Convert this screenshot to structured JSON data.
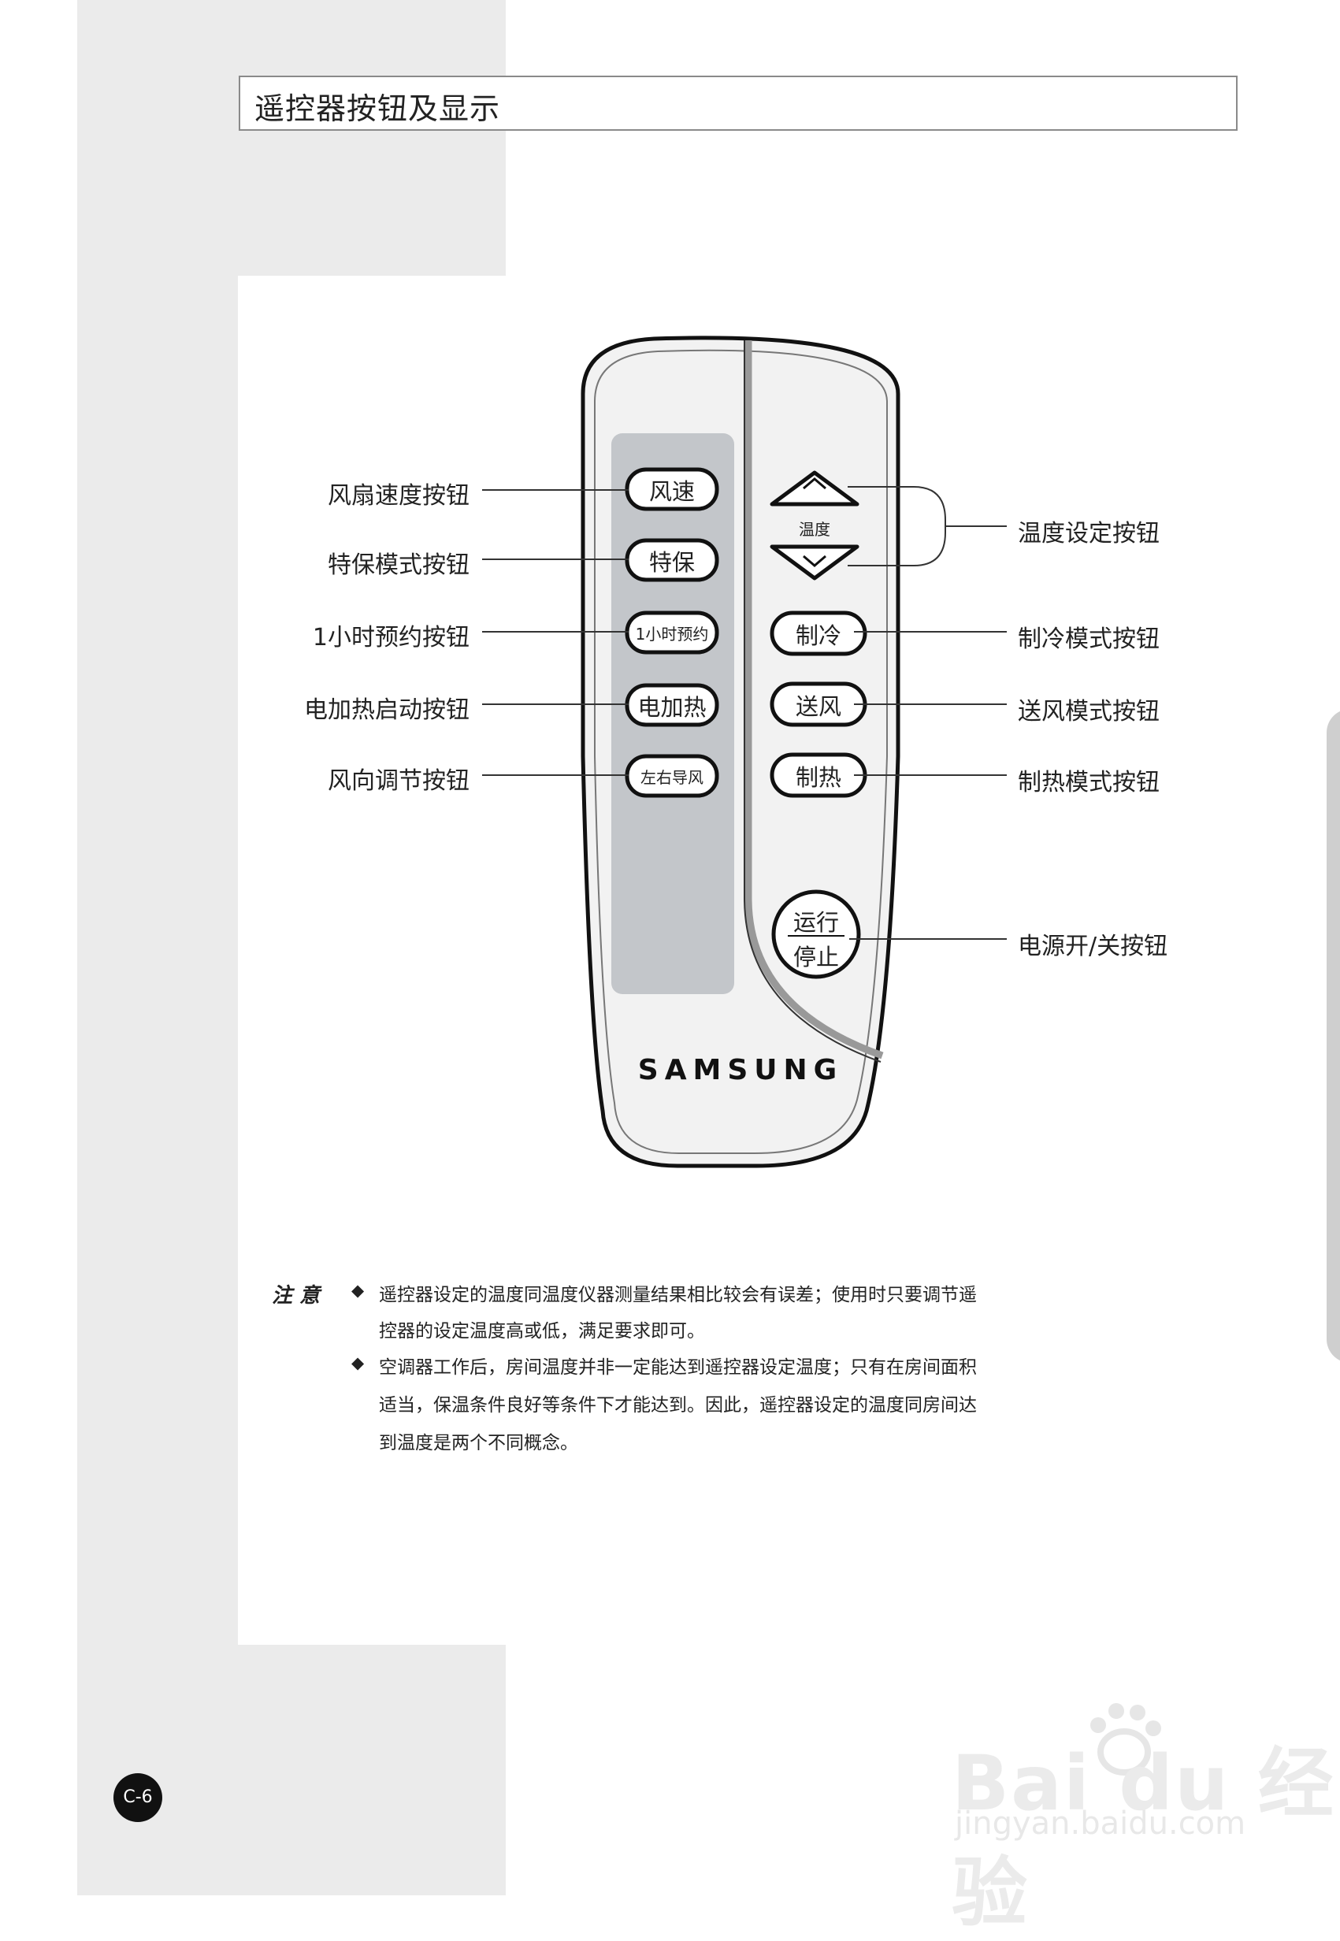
{
  "title": "遥控器按钮及显示",
  "brand": "SAMSUNG",
  "left_labels": [
    "风扇速度按钮",
    "特保模式按钮",
    "1小时预约按钮",
    "电加热启动按钮",
    "风向调节按钮"
  ],
  "left_buttons": [
    "风速",
    "特保",
    "1小时预约",
    "电加热",
    "左右导风"
  ],
  "right_labels": [
    "温度设定按钮",
    "制冷模式按钮",
    "送风模式按钮",
    "制热模式按钮",
    "电源开/关按钮"
  ],
  "right_buttons": {
    "temp": "温度",
    "cool": "制冷",
    "fan": "送风",
    "heat": "制热",
    "power_top": "运行",
    "power_bottom": "停止"
  },
  "note": {
    "heading": "注 意",
    "bullet": "◆",
    "lines": [
      "遥控器设定的温度同温度仪器测量结果相比较会有误差；使用时只要调节遥",
      "控器的设定温度高或低，满足要求即可。",
      "空调器工作后，房间温度并非一定能达到遥控器设定温度；只有在房间面积",
      "适当，保温条件良好等条件下才能达到。因此，遥控器设定的温度同房间达",
      "到温度是两个不同概念。"
    ]
  },
  "page_number": "C-6",
  "watermark": {
    "main": "Bai du 经验",
    "sub": "jingyan.baidu.com"
  }
}
